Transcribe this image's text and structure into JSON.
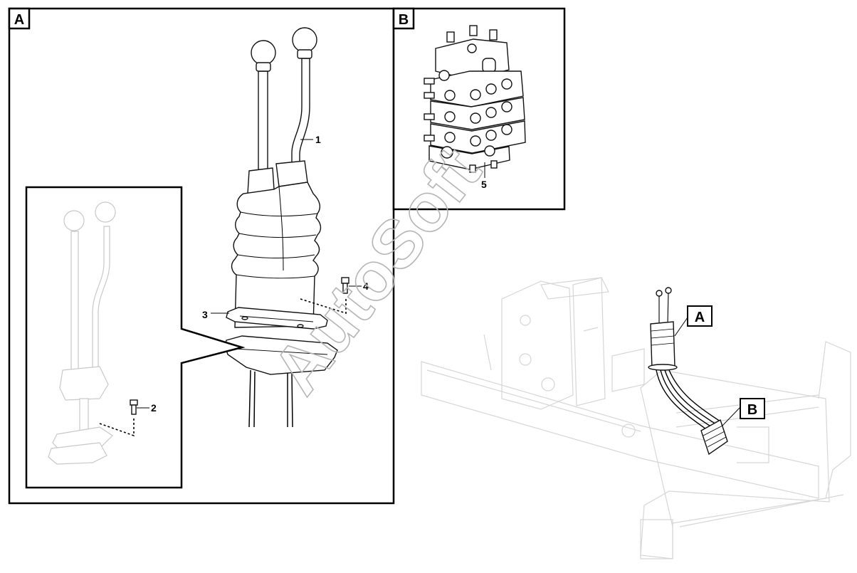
{
  "panels": [
    {
      "id": "panel-a",
      "tag": "A"
    },
    {
      "id": "panel-b",
      "tag": "B"
    }
  ],
  "callouts": [
    {
      "id": "callout-1",
      "label": "1"
    },
    {
      "id": "callout-2",
      "label": "2"
    },
    {
      "id": "callout-3",
      "label": "3"
    },
    {
      "id": "callout-4",
      "label": "4"
    },
    {
      "id": "callout-5",
      "label": "5"
    }
  ],
  "overview_tags": [
    {
      "id": "overview-tag-a",
      "label": "A"
    },
    {
      "id": "overview-tag-b",
      "label": "B"
    }
  ],
  "watermark": "AutoSoft"
}
